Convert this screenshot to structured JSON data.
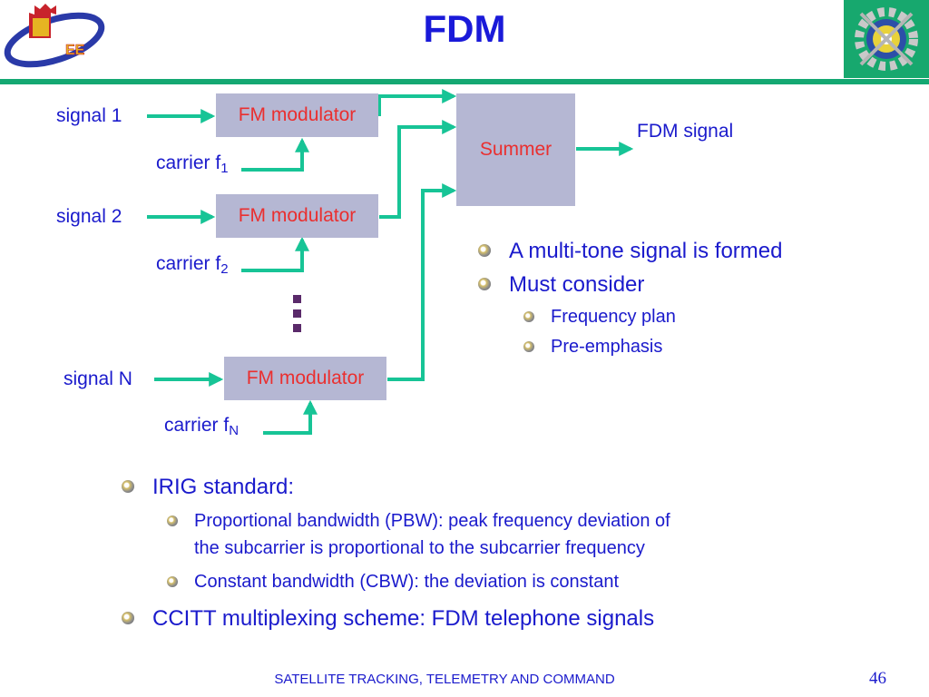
{
  "title": "FDM",
  "diagram": {
    "modulators": [
      {
        "signal": "signal 1",
        "box": "FM modulator",
        "carrier": "carrier f",
        "sub": "1"
      },
      {
        "signal": "signal 2",
        "box": "FM modulator",
        "carrier": "carrier f",
        "sub": "2"
      },
      {
        "signal": "signal N",
        "box": "FM modulator",
        "carrier": "carrier f",
        "sub": "N"
      }
    ],
    "summer": "Summer",
    "output": "FDM signal"
  },
  "right_bullets": [
    {
      "text": "A multi-tone signal is formed",
      "level": 1
    },
    {
      "text": "Must consider",
      "level": 1
    },
    {
      "text": "Frequency plan",
      "level": 2
    },
    {
      "text": "Pre-emphasis",
      "level": 2
    }
  ],
  "bottom_bullets": {
    "irig": "IRIG standard:",
    "pbw_line1": "Proportional bandwidth (PBW): peak frequency deviation of",
    "pbw_line2": "the subcarrier is proportional to the subcarrier frequency",
    "cbw": "Constant bandwidth (CBW): the deviation is constant",
    "ccitt": "CCITT multiplexing scheme: FDM telephone signals"
  },
  "footer": {
    "text": "SATELLITE TRACKING, TELEMETRY AND COMMAND",
    "page": "46"
  },
  "colors": {
    "title": "#1a1ad9",
    "text": "#1a1acc",
    "box_fill": "#b5b7d3",
    "box_text": "#ea2f2f",
    "wire": "#17c496",
    "rule": "#14a872"
  },
  "logos": {
    "left_text": "EE"
  }
}
